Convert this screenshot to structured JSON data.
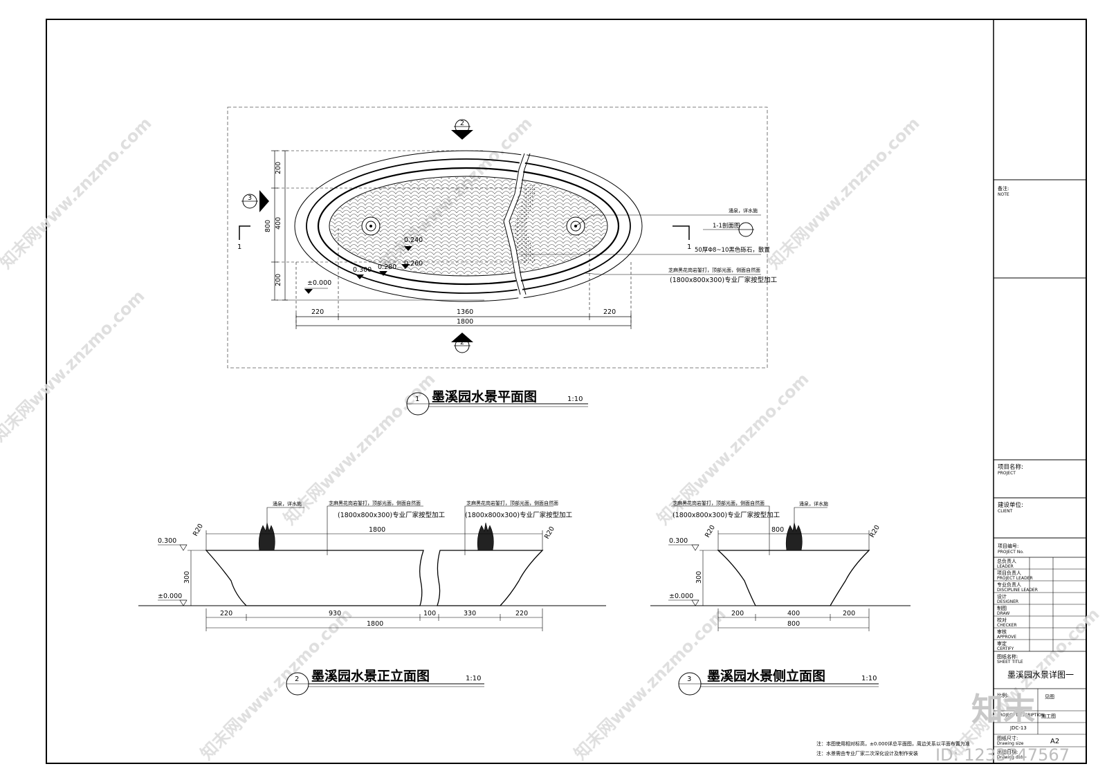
{
  "plan": {
    "title": "墨溪园水景平面图",
    "scale": "1:10",
    "index": "1",
    "dims_h": [
      "220",
      "1360",
      "220"
    ],
    "dim_total": "1800",
    "dims_v": [
      "200",
      "400",
      "200"
    ],
    "dim_v_total": "800",
    "elev_levels": [
      "0.240",
      "0.260",
      "0.300",
      "0.280",
      "±0.000"
    ],
    "sec_marks": [
      "2",
      "2",
      "3"
    ],
    "sec_mark_1": "1",
    "callouts": [
      "涌泉，详水施",
      "1-1剖面图",
      "50厚Φ8~10黑色砾石，散置",
      "芝麻黑花岗岩錾打，顶部光面，侧面自然面",
      "(1800x800x300)专业厂家按型加工"
    ]
  },
  "front": {
    "title": "墨溪园水景正立面图",
    "scale": "1:10",
    "index": "2",
    "dims": [
      "220",
      "930",
      "100",
      "330",
      "220"
    ],
    "dim_total": "1800",
    "top_dim": "1800",
    "height_dim": "300",
    "r_labels": [
      "R20",
      "R20"
    ],
    "elevs": [
      "0.300",
      "±0.000"
    ],
    "callouts": [
      "涌泉，详水施",
      "芝麻黑花岗岩錾打，顶部光面，侧面自然面",
      "(1800x800x300)专业厂家按型加工",
      "芝麻黑花岗岩錾打，顶部光面，侧面自然面",
      "(1800x800x300)专业厂家按型加工"
    ]
  },
  "side": {
    "title": "墨溪园水景侧立面图",
    "scale": "1:10",
    "index": "3",
    "dims": [
      "200",
      "400",
      "200"
    ],
    "dim_total": "800",
    "top_dim": "800",
    "height_dim": "300",
    "r_labels": [
      "R20",
      "R20"
    ],
    "elevs": [
      "0.300",
      "±0.000"
    ],
    "callouts": [
      "芝麻黑花岗岩錾打，顶部光面，侧面自然面",
      "(1800x800x300)专业厂家按型加工",
      "涌泉，详水施"
    ]
  },
  "notes": [
    "注：本图使用相对标高，±0.000详总平面图，周边关系以平面布置为准",
    "注：水景需由专业厂家二次深化设计及制作安装"
  ],
  "title_block": {
    "note_cn": "备注:",
    "note_en": "NOTE",
    "project_cn": "项目名称:",
    "project_en": "PROJECT",
    "client_cn": "建设单位:",
    "client_en": "CLIENT",
    "proj_no_cn": "项目编号:",
    "proj_no_en": "PROJECT No.",
    "roles": [
      {
        "cn": "总负责人",
        "en": "LEADER"
      },
      {
        "cn": "项目负责人",
        "en": "PROJECT LEADER"
      },
      {
        "cn": "专业负责人",
        "en": "DISCIPLINE LEADER"
      },
      {
        "cn": "设计",
        "en": "DESIGNER"
      },
      {
        "cn": "制图",
        "en": "DRAW"
      },
      {
        "cn": "校对",
        "en": "CHECKER"
      },
      {
        "cn": "审核",
        "en": "APPROVE"
      },
      {
        "cn": "审定",
        "en": "CERTIFY"
      }
    ],
    "sheet_title_cn": "图纸名称:",
    "sheet_title_en": "SHEET TITLE",
    "sheet_title": "墨溪园水景详图一",
    "scale_cn": "比例:",
    "scale_val": "见图",
    "desc_en": "PROJECT DESCRIPTION",
    "desc_val": "施工图",
    "drawing_no": "JDC-13",
    "size_cn": "图纸尺寸:",
    "size_en": "Drawing size",
    "size_val": "A2",
    "date_cn": "出图日期:",
    "date_en": "Drawing date"
  },
  "watermark": {
    "text": "知末网www.znzmo.com",
    "logo": "知末",
    "id": "ID: 1233747567"
  }
}
